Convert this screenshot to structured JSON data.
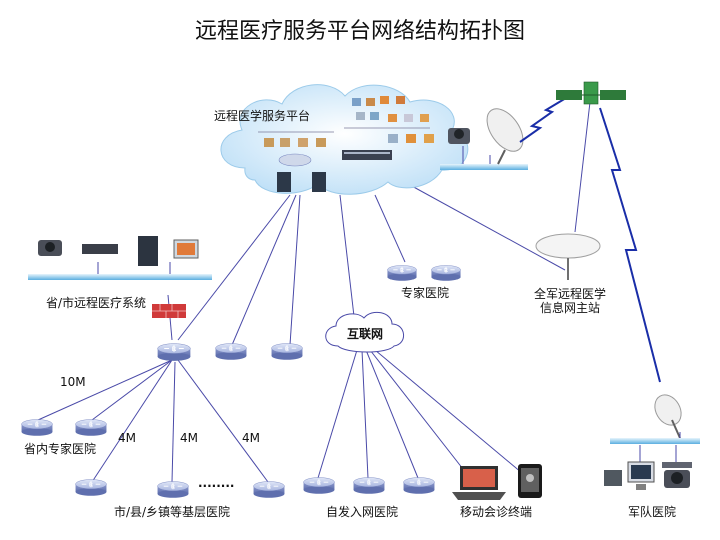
{
  "title": "远程医疗服务平台网络结构拓扑图",
  "labels": {
    "platform": "远程医学服务平台",
    "provincial_system": "省/市远程医疗系统",
    "expert_hospital": "专家医院",
    "military_station": "全军远程医学",
    "military_station_2": "信息网主站",
    "internet": "互联网",
    "provincial_experts": "省内专家医院",
    "grassroots": "市/县/乡镇等基层医院",
    "self_joined": "自发入网医院",
    "mobile_terminal": "移动会诊终端",
    "army_hospital": "军队医院",
    "bw_10m": "10M",
    "bw_4m_a": "4M",
    "bw_4m_b": "4M",
    "bw_4m_c": "4M",
    "dots": "········"
  },
  "icons": {
    "router": "router-icon",
    "firewall": "firewall-icon",
    "satellite": "satellite-icon",
    "dish": "satellite-dish-icon",
    "camera": "video-camera-icon",
    "server": "server-icon",
    "pc": "computer-icon",
    "laptop": "laptop-icon",
    "phone": "mobile-phone-icon",
    "cloud": "cloud-icon",
    "lightning": "wireless-link-icon"
  },
  "colors": {
    "cloud": "#d6ecfb",
    "link": "#4a4aa8",
    "router": "#9aa8d8",
    "bus": "#5aaee0",
    "firewall": "#d03a3a",
    "wireless": "#1a2ea8"
  }
}
